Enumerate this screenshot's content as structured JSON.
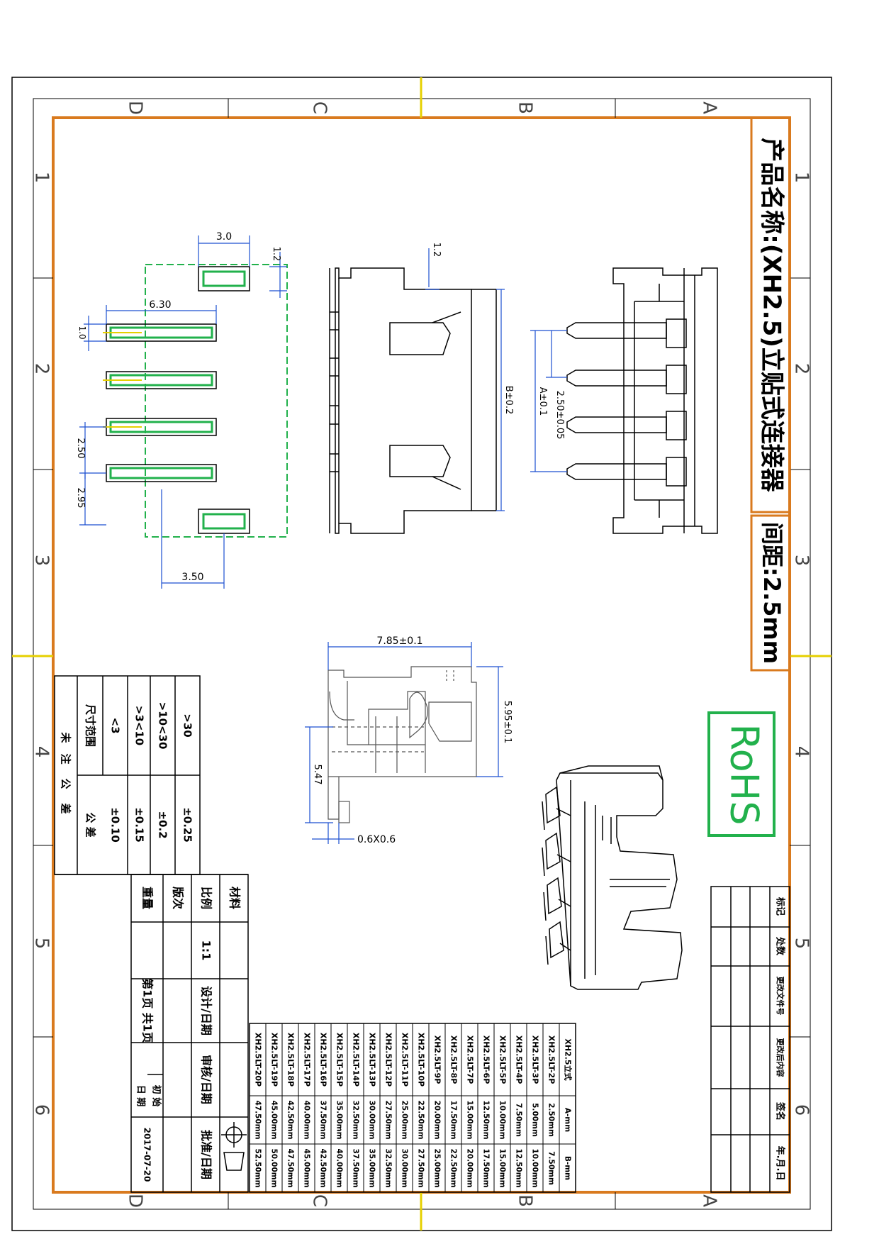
{
  "zones": {
    "cols": [
      "D",
      "C",
      "B",
      "A"
    ],
    "rows": [
      "1",
      "2",
      "3",
      "4",
      "5",
      "6"
    ]
  },
  "product": {
    "title": "产品名称:(XH2.5)立贴式连接器",
    "pitch": "间距:2.5mm"
  },
  "rohs": "RoHS",
  "dims": {
    "pad_w": "3.0",
    "pad_h": "1.2",
    "row_span": "6.30",
    "pin_w": "1.0",
    "pitch_a": "2.50",
    "pitch_b": "2.95",
    "offset": "3.50",
    "side_top": "1.2",
    "side_b": "B±0.2",
    "pins_a": "A±0.1",
    "pins_pitch": "2.50±0.05",
    "profile_w": "7.85±0.1",
    "profile_h": "5.95±0.1",
    "lead_len": "5.47",
    "lead_sec": "0.6X0.6"
  },
  "tolerance": {
    "heading": [
      "未",
      "注",
      "公",
      "差"
    ],
    "range_label": "尺寸范围",
    "tol_label": "公  差",
    "rows": [
      {
        "range": ">30",
        "tol": "±0.25"
      },
      {
        "range": ">10<30",
        "tol": "±0.2"
      },
      {
        "range": ">3<10",
        "tol": "±0.15"
      },
      {
        "range": "<3",
        "tol": "±0.10"
      }
    ]
  },
  "info": {
    "material": "材料",
    "scale": "比例",
    "scale_value": "1:1",
    "version": "版次",
    "unit": "重量",
    "design": "设计/日期",
    "review": "审核/日期",
    "approve": "批准/日期",
    "page": "第1页 共1页",
    "first": "初 始",
    "first2": "日 期",
    "date": "2017-07-20"
  },
  "revision": {
    "headers": [
      "标记",
      "处数",
      "更改文件号",
      "更改后内容",
      "签名",
      "年.月.日"
    ]
  },
  "parts": {
    "headers": [
      "XH2.5立式",
      "A-mm",
      "B-mm"
    ],
    "rows": [
      [
        "XH2.5LT-2P",
        "2.50mm",
        "7.50mm"
      ],
      [
        "XH2.5LT-3P",
        "5.00mm",
        "10.00mm"
      ],
      [
        "XH2.5LT-4P",
        "7.50mm",
        "12.50mm"
      ],
      [
        "XH2.5LT-5P",
        "10.00mm",
        "15.00mm"
      ],
      [
        "XH2.5LT-6P",
        "12.50mm",
        "17.50mm"
      ],
      [
        "XH2.5LT-7P",
        "15.00mm",
        "20.00mm"
      ],
      [
        "XH2.5LT-8P",
        "17.50mm",
        "22.50mm"
      ],
      [
        "XH2.5LT-9P",
        "20.00mm",
        "25.00mm"
      ],
      [
        "XH2.5LT-10P",
        "22.50mm",
        "27.50mm"
      ],
      [
        "XH2.5LT-11P",
        "25.00mm",
        "30.00mm"
      ],
      [
        "XH2.5LT-12P",
        "27.50mm",
        "32.50mm"
      ],
      [
        "XH2.5LT-13P",
        "30.00mm",
        "35.00mm"
      ],
      [
        "XH2.5LT-14P",
        "32.50mm",
        "37.50mm"
      ],
      [
        "XH2.5LT-15P",
        "35.00mm",
        "40.00mm"
      ],
      [
        "XH2.5LT-16P",
        "37.50mm",
        "42.50mm"
      ],
      [
        "XH2.5LT-17P",
        "40.00mm",
        "45.00mm"
      ],
      [
        "XH2.5LT-18P",
        "42.50mm",
        "47.50mm"
      ],
      [
        "XH2.5LT-19P",
        "45.00mm",
        "50.00mm"
      ],
      [
        "XH2.5LT-20P",
        "47.50mm",
        "52.50mm"
      ]
    ]
  }
}
